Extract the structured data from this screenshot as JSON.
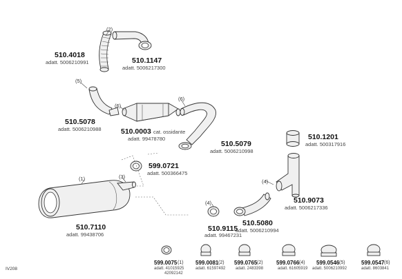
{
  "diagram_code": "IV208",
  "parts": [
    {
      "id": "p4018",
      "number": "510.4018",
      "adatt": "adatt. 5006210991"
    },
    {
      "id": "p1147",
      "number": "510.1147",
      "adatt": "adatt. 5006217300"
    },
    {
      "id": "p5078",
      "number": "510.5078",
      "adatt": "adatt. 5006210988"
    },
    {
      "id": "p0003",
      "number": "510.0003",
      "note": "cat. ossidante",
      "adatt": "adatt. 99478780"
    },
    {
      "id": "p5079",
      "number": "510.5079",
      "adatt": "adatt. 5006210998"
    },
    {
      "id": "p1201",
      "number": "510.1201",
      "adatt": "adatt. 500317916"
    },
    {
      "id": "p0721",
      "number": "599.0721",
      "adatt": "adatt. 500366475"
    },
    {
      "id": "p9073",
      "number": "510.9073",
      "adatt": "adatt. 5006217336"
    },
    {
      "id": "p7110",
      "number": "510.7110",
      "adatt": "adatt. 99438706"
    },
    {
      "id": "p9115",
      "number": "510.9115",
      "adatt": "adatt. 99467231"
    },
    {
      "id": "p5080",
      "number": "510.5080",
      "adatt": "adatt. 5006210994"
    }
  ],
  "callouts": {
    "c1": "(1)",
    "c2": "(2)",
    "c3": "(3)",
    "c4a": "(4)",
    "c4b": "(4)",
    "c5": "(5)",
    "c6a": "(6)",
    "c6b": "(6)"
  },
  "clamps": [
    {
      "id": "k0075",
      "number": "599.0075",
      "qty": "(1)",
      "adatt": "adatt. 41015925",
      "adatt2": "42092142"
    },
    {
      "id": "k0081",
      "number": "599.0081",
      "qty": "(2)",
      "adatt": "adatt. 61597492"
    },
    {
      "id": "k0765",
      "number": "599.0765",
      "qty": "(2)",
      "adatt": "adatt. 2483398"
    },
    {
      "id": "k0766",
      "number": "599.0766",
      "qty": "(4)",
      "adatt": "adatt. 61605919"
    },
    {
      "id": "k0546",
      "number": "599.0546",
      "qty": "(5)",
      "adatt": "adatt. 5006210992"
    },
    {
      "id": "k0547",
      "number": "599.0547",
      "qty": "(6)",
      "adatt": "adatt. 8603841"
    }
  ]
}
